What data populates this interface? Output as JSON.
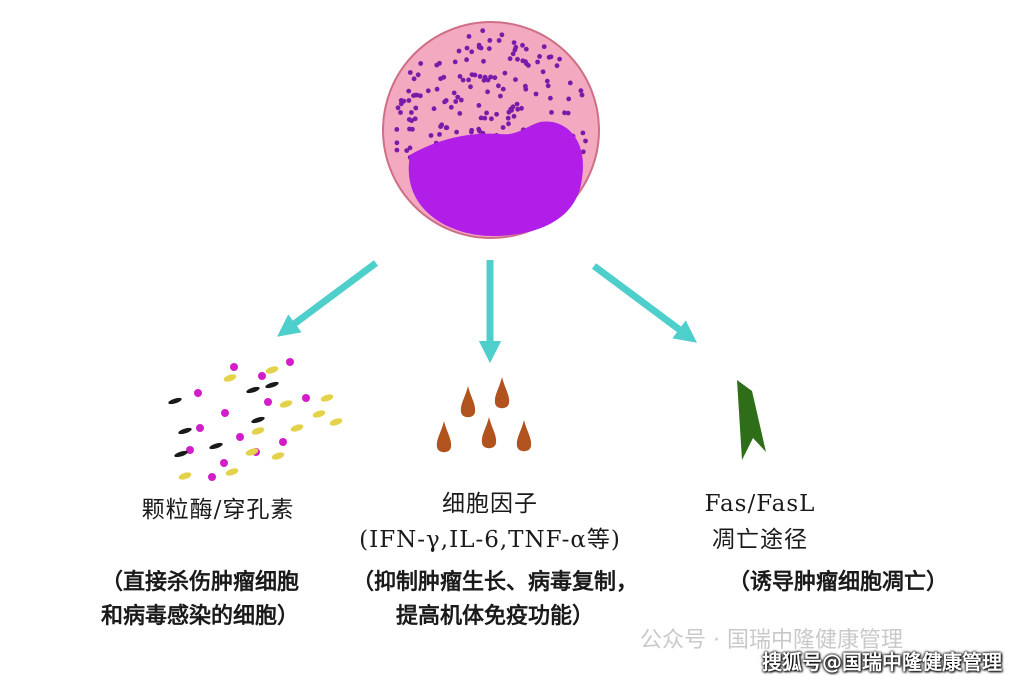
{
  "colors": {
    "cell_cytoplasm": "#f3a9c0",
    "cell_nucleus": "#b01ee8",
    "granules": "#7a1aa8",
    "arrow": "#4fcfcc",
    "droplet": "#b1531e",
    "fas_shape": "#2f6e18",
    "dot_magenta": "#d21ec8",
    "dash_black": "#1a1a1a",
    "dash_yellow": "#e3d24a"
  },
  "items": [
    {
      "icon": "granzyme-perforin-particles-icon",
      "title_lines": [
        "颗粒酶/穿孔素"
      ],
      "desc_lines": [
        "（直接杀伤肿瘤细胞",
        "和病毒感染的细胞）"
      ]
    },
    {
      "icon": "cytokine-droplets-icon",
      "title_lines": [
        "细胞因子",
        "(IFN-γ,IL-6,TNF-α等)"
      ],
      "desc_lines": [
        "（抑制肿瘤生长、病毒复制，",
        "提高机体免疫功能）"
      ]
    },
    {
      "icon": "fas-fasl-shape-icon",
      "title_lines": [
        "Fas/FasL",
        "凋亡途径"
      ],
      "desc_lines": [
        "（诱导肿瘤细胞凋亡）"
      ]
    }
  ],
  "watermark": {
    "faint": "公众号 · 国瑞中隆健康管理",
    "strong": "搜狐号@国瑞中隆健康管理"
  }
}
